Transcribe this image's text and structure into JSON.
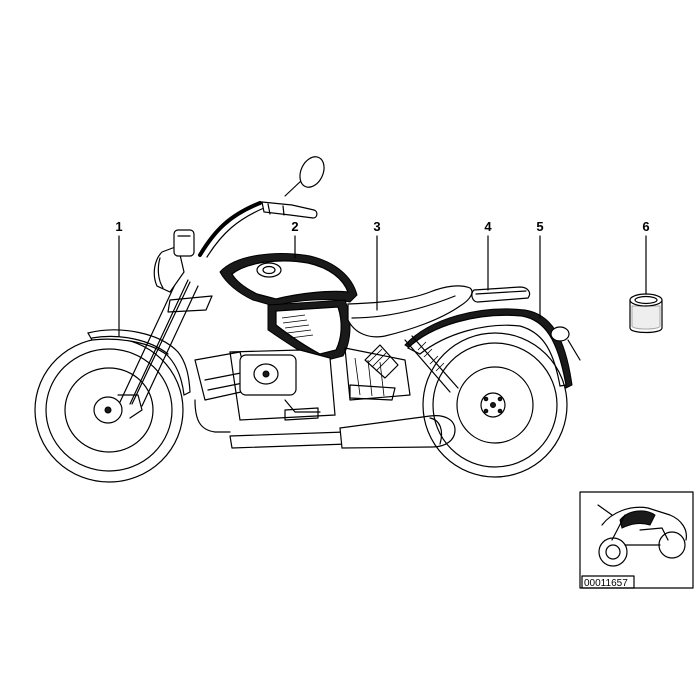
{
  "callouts": [
    {
      "label": "1"
    },
    {
      "label": "2"
    },
    {
      "label": "3"
    },
    {
      "label": "4"
    },
    {
      "label": "5"
    },
    {
      "label": "6"
    }
  ],
  "reference_image": {
    "code": "00011657"
  }
}
